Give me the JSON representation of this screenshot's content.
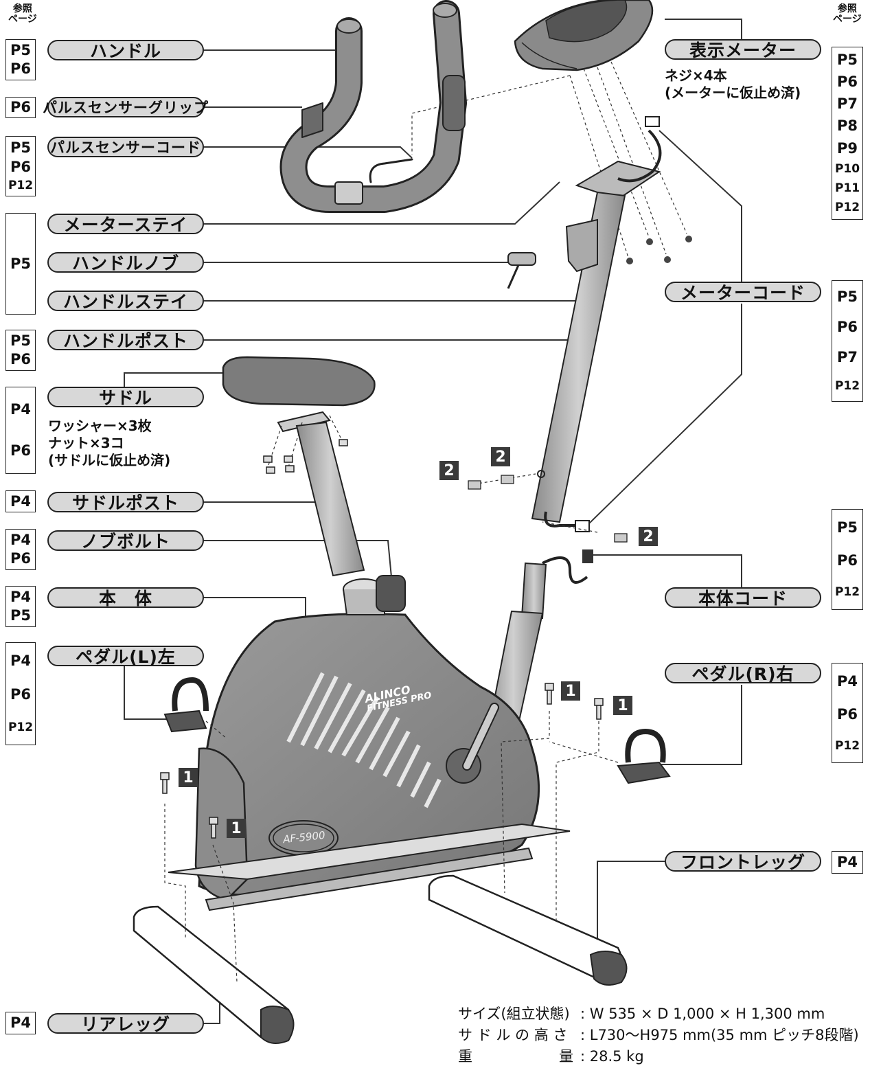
{
  "ref_header": "参照\nページ",
  "labels": {
    "handle": "ハンドル",
    "pulse_grip": "パルスセンサーグリップ",
    "pulse_cord": "パルスセンサーコード",
    "meter_stay": "メーターステイ",
    "handle_knob": "ハンドルノブ",
    "handle_stay": "ハンドルステイ",
    "handle_post": "ハンドルポスト",
    "saddle": "サドル",
    "saddle_post": "サドルポスト",
    "knob_bolt": "ノブボルト",
    "body": "本　体",
    "pedal_left": "ペダル(L)左",
    "rear_leg": "リアレッグ",
    "display_meter": "表示メーター",
    "meter_cord": "メーターコード",
    "body_cord": "本体コード",
    "pedal_right": "ペダル(R)右",
    "front_leg": "フロントレッグ"
  },
  "pages": {
    "handle": [
      "P5",
      "P6"
    ],
    "pulse_grip": [
      "P6"
    ],
    "pulse_cord": [
      "P5",
      "P6",
      "P12"
    ],
    "meter_group": [
      "P5"
    ],
    "handle_post": [
      "P5",
      "P6"
    ],
    "saddle": [
      "P4",
      "P6"
    ],
    "saddle_post": [
      "P4"
    ],
    "knob_bolt": [
      "P4",
      "P6"
    ],
    "body": [
      "P4",
      "P5"
    ],
    "pedal_left": [
      "P4",
      "P6",
      "P12"
    ],
    "rear_leg": [
      "P4"
    ],
    "display_meter": [
      "P5",
      "P6",
      "P7",
      "P8",
      "P9",
      "P10",
      "P11",
      "P12"
    ],
    "meter_cord": [
      "P5",
      "P6",
      "P7",
      "P12"
    ],
    "body_cord": [
      "P5",
      "P6",
      "P12"
    ],
    "pedal_right": [
      "P4",
      "P6",
      "P12"
    ],
    "front_leg": [
      "P4"
    ]
  },
  "notes": {
    "saddle": [
      "ワッシャー×3枚",
      "ナット×3コ",
      "(サドルに仮止め済)"
    ],
    "meter": [
      "ネジ×4本",
      "(メーターに仮止め済)"
    ]
  },
  "step_numbers": [
    "1",
    "2"
  ],
  "brand": "ALINCO",
  "brand_sub": "FITNESS PRO",
  "model": "AF-5900",
  "specs": [
    {
      "key": "サイズ(組立状態)",
      "value": ": W 535 × D 1,000 × H 1,300 mm"
    },
    {
      "key": "サ ド ル の 高 さ",
      "value": ": L730〜H975 mm(35 mm ピッチ8段階)"
    },
    {
      "key": "重　　　　　　量",
      "value": ": 28.5 kg"
    }
  ]
}
